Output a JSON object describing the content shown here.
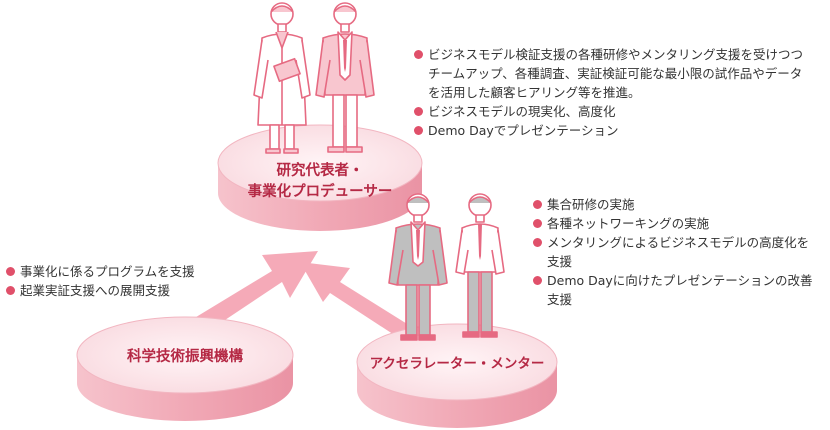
{
  "colors": {
    "disc_top": "#fbe3e7",
    "disc_side": "#f1a9b6",
    "arrow": "#f5aab8",
    "label": "#b52945",
    "bullet": "#e0506a",
    "outline_pink": "#e66a82",
    "outline_gray": "#8a8a8a",
    "suit_gray": "#bfbfbf"
  },
  "discs": {
    "researcher": {
      "label_line1": "研究代表者・",
      "label_line2": "事業化プロデューサー"
    },
    "jst": {
      "label": "科学技術振興機構"
    },
    "accelerator": {
      "label": "アクセラレーター・メンター"
    }
  },
  "lists": {
    "researcher_tasks": [
      "ビジネスモデル検証支援の各種研修やメンタリング支援を受けつつチームアップ、各種調査、実証検証可能な最小限の試作品やデータを活用した顧客ヒアリング等を推進。",
      "ビジネスモデルの現実化、高度化",
      "Demo Dayでプレゼンテーション"
    ],
    "accelerator_tasks": [
      "集合研修の実施",
      "各種ネットワーキングの実施",
      "メンタリングによるビジネスモデルの高度化を支援",
      "Demo Dayに向けたプレゼンテーションの改善支援"
    ],
    "jst_tasks": [
      "事業化に係るプログラムを支援",
      "起業実証支援への展開支援"
    ]
  },
  "icons": [
    "researcher-figure-icon",
    "producer-figure-icon",
    "accelerator-figure-icon",
    "mentor-figure-icon",
    "arrow-up-right-icon",
    "arrow-up-left-icon"
  ]
}
